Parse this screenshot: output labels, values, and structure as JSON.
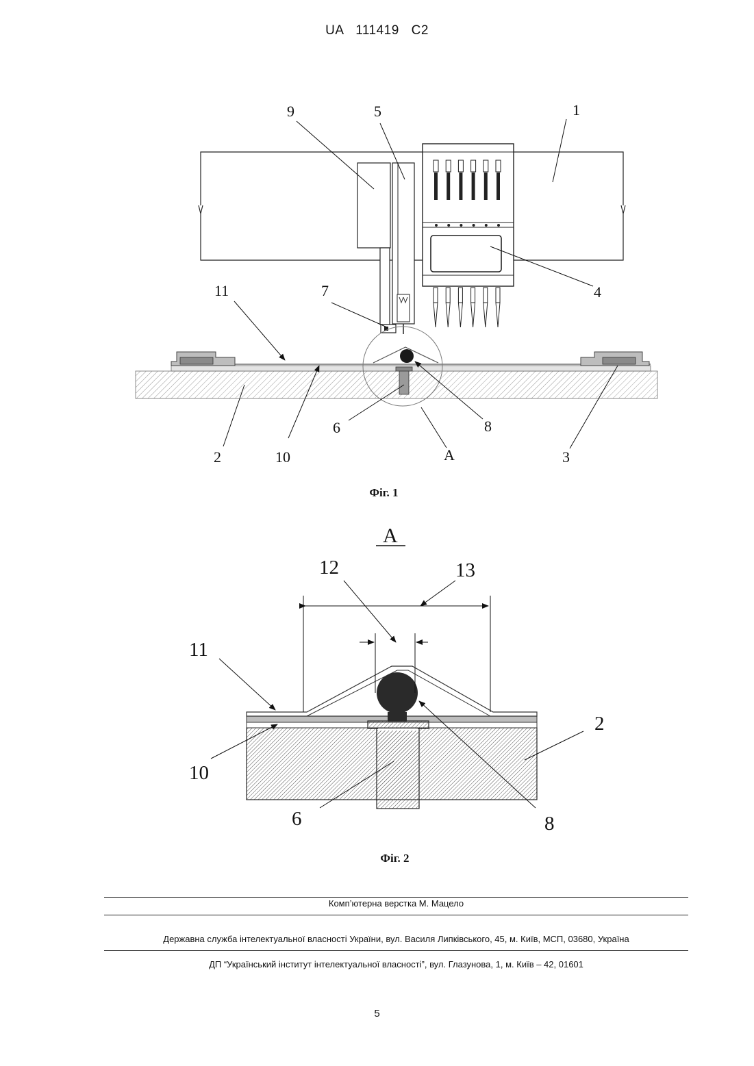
{
  "header": {
    "publication": "UA   111419   C2"
  },
  "figure1": {
    "caption": "Фіг. 1",
    "labels": {
      "l1": "1",
      "l2": "2",
      "l3": "3",
      "l4": "4",
      "l5": "5",
      "l6": "6",
      "l7": "7",
      "l8": "8",
      "l9": "9",
      "l10": "10",
      "l11": "11",
      "lA": "A"
    }
  },
  "figure2": {
    "caption": "Фіг. 2",
    "title": "A",
    "labels": {
      "l2": "2",
      "l6": "6",
      "l8": "8",
      "l10": "10",
      "l11": "11",
      "l12": "12",
      "l13": "13"
    }
  },
  "footer": {
    "layout": "Комп’ютерна верстка М. Мацело",
    "service": "Державна служба інтелектуальної власності України, вул. Василя Липківського, 45, м. Київ, МСП, 03680, Україна",
    "institute": "ДП “Український інститут інтелектуальної власності”, вул. Глазунова, 1, м. Київ – 42, 01601"
  },
  "page_number": "5"
}
